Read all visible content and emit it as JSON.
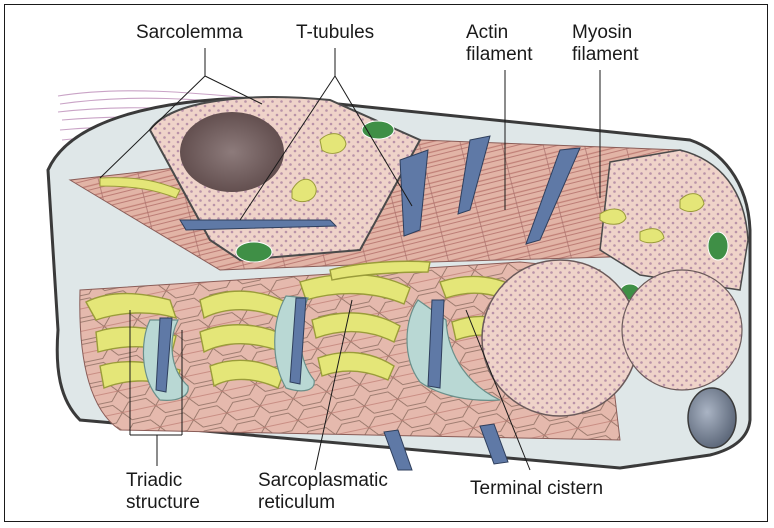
{
  "labels": {
    "sarcolemma": "Sarcolemma",
    "t_tubules": "T-tubules",
    "actin": [
      "Actin",
      "filament"
    ],
    "myosin": [
      "Myosin",
      "filament"
    ],
    "triadic": [
      "Triadic",
      "structure"
    ],
    "sarcoplasmatic": [
      "Sarcoplasmatic",
      "reticulum"
    ],
    "terminal_cistern": "Terminal cistern"
  },
  "colors": {
    "myofibril": "#efd3c9",
    "myofibril_dot": "#b993a8",
    "stripe_dark": "#c07f76",
    "reticulum": "#e4e678",
    "t_tubule": "#5f79a6",
    "cistern": "#b9d8d4",
    "mitochondria": "#3f8f46",
    "nucleus": "#7a6565",
    "membrane": "#3a3a3a"
  }
}
